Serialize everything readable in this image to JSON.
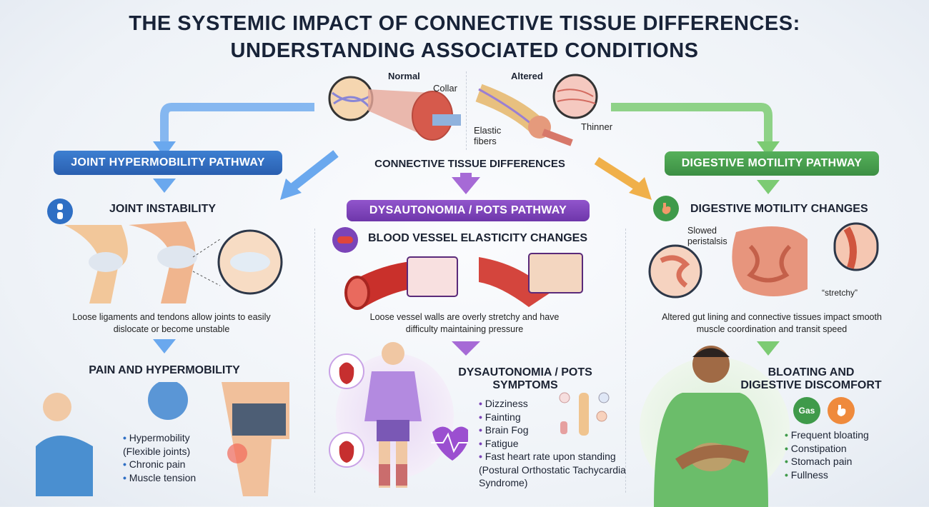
{
  "title": {
    "line1": "THE SYSTEMIC IMPACT OF CONNECTIVE TISSUE DIFFERENCES:",
    "line2": "UNDERSTANDING ASSOCIATED CONDITIONS"
  },
  "center_top": {
    "normal_label": "Normal",
    "altered_label": "Altered",
    "collar_label": "Collar",
    "elastic_label": "Elastic fibers",
    "thinner_label": "Thinner",
    "heading": "CONNECTIVE TISSUE DIFFERENCES"
  },
  "left": {
    "pathway": "JOINT HYPERMOBILITY PATHWAY",
    "heading": "JOINT INSTABILITY",
    "caption": "Loose ligaments and tendons allow joints to easily dislocate or become unstable",
    "heading2": "PAIN AND HYPERMOBILITY",
    "items": [
      "Hypermobility (Flexible joints)",
      "Chronic pain",
      "Muscle tension"
    ],
    "color": "#2f6fc4"
  },
  "middle": {
    "pathway": "DYSAUTONOMIA / POTS PATHWAY",
    "heading": "BLOOD VESSEL ELASTICITY CHANGES",
    "caption": "Loose vessel walls are overly stretchy and have difficulty maintaining pressure",
    "heading2": "DYSAUTONOMIA / POTS SYMPTOMS",
    "items": [
      "Dizziness",
      "Fainting",
      "Brain Fog",
      "Fatigue",
      "Fast heart rate upon standing (Postural Orthostatic Tachycardia Syndrome)"
    ],
    "color": "#7b44b8"
  },
  "right": {
    "pathway": "DIGESTIVE MOTILITY PATHWAY",
    "heading": "DIGESTIVE MOTILITY CHANGES",
    "slowed_label": "Slowed peristalsis",
    "stretchy_label": "“stretchy”",
    "caption": "Altered gut lining and connective tissues impact smooth muscle coordination and transit speed",
    "heading2": "BLOATING AND DIGESTIVE DISCOMFORT",
    "gas_label": "Gas",
    "items": [
      "Frequent bloating",
      "Constipation",
      "Stomach pain",
      "Fullness"
    ],
    "color": "#3f9a4a"
  }
}
